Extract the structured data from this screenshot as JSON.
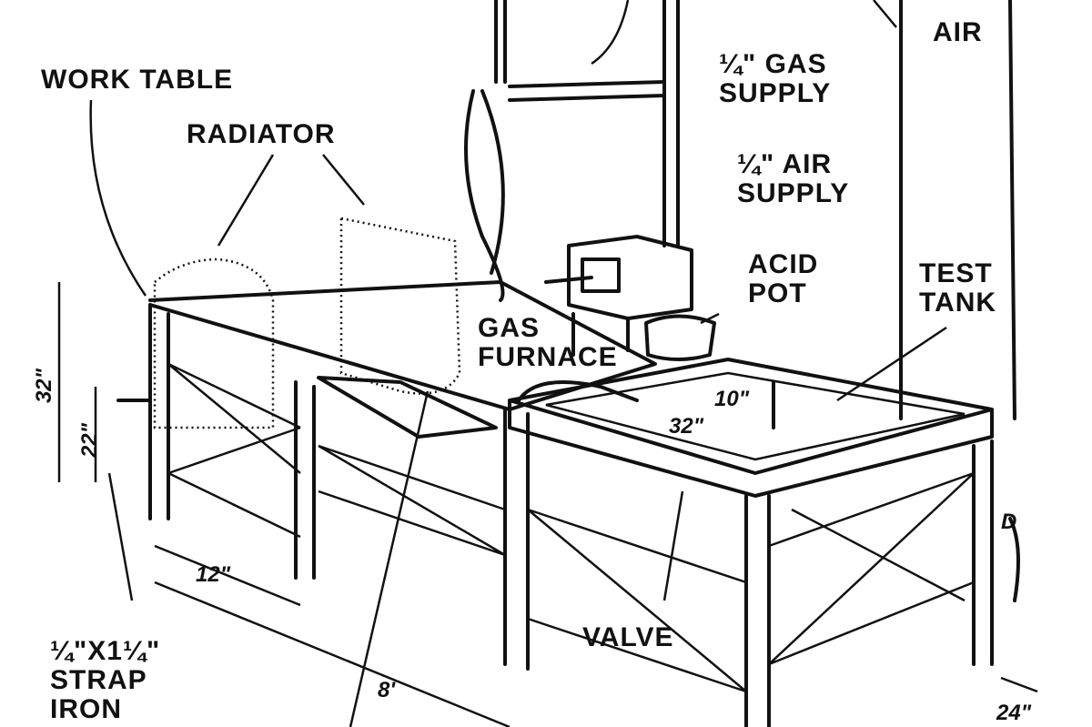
{
  "labels": {
    "work_table": "WORK TABLE",
    "radiator": "RADIATOR",
    "gas_supply": "¼\" GAS\nSUPPLY",
    "air_supply": "¼\" AIR\nSUPPLY",
    "air": "AIR",
    "acid_pot": "ACID\nPOT",
    "test_tank": "TEST\nTANK",
    "gas_furnace": "GAS\nFURNACE",
    "valve": "VALVE",
    "strap_iron": "¼\"X1¼\"\nSTRAP\nIRON",
    "drain": "D"
  },
  "dimensions": {
    "height_total": "32\"",
    "height_shelf": "22\"",
    "width": "12\"",
    "length": "8'",
    "tank_depth": "10\"",
    "tank_width": "32\"",
    "tank_side": "24\""
  }
}
